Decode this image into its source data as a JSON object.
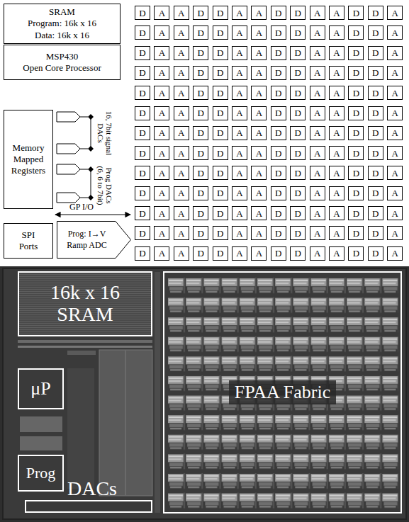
{
  "diagram": {
    "nodes": [
      {
        "text": [
          "SRAM",
          "Program: 16k x 16",
          "Data: 16k x 16"
        ]
      },
      {
        "text": [
          "MSP430",
          "Open Core Processor"
        ]
      },
      {
        "text": [
          "Memory Mapped Registers"
        ]
      },
      {
        "text": [
          "SPI Ports"
        ]
      },
      {
        "text": [
          "Prog: I→V",
          "Ramp ADC"
        ]
      },
      {
        "text": [
          "D"
        ]
      },
      {
        "text": [
          "A"
        ]
      },
      {
        "text": [
          "A"
        ]
      },
      {
        "text": [
          "D"
        ]
      },
      {
        "text": [
          "D"
        ]
      },
      {
        "text": [
          "A"
        ]
      },
      {
        "text": [
          "A"
        ]
      },
      {
        "text": [
          "D"
        ]
      },
      {
        "text": [
          "D"
        ]
      },
      {
        "text": [
          "A"
        ]
      },
      {
        "text": [
          "A"
        ]
      },
      {
        "text": [
          "D"
        ]
      },
      {
        "text": [
          "D"
        ]
      },
      {
        "text": [
          "A"
        ]
      },
      {
        "text": [
          "D"
        ]
      },
      {
        "text": [
          "A"
        ]
      },
      {
        "text": [
          "A"
        ]
      },
      {
        "text": [
          "D"
        ]
      },
      {
        "text": [
          "D"
        ]
      },
      {
        "text": [
          "A"
        ]
      },
      {
        "text": [
          "A"
        ]
      },
      {
        "text": [
          "D"
        ]
      },
      {
        "text": [
          "D"
        ]
      },
      {
        "text": [
          "A"
        ]
      },
      {
        "text": [
          "A"
        ]
      },
      {
        "text": [
          "D"
        ]
      },
      {
        "text": [
          "D"
        ]
      },
      {
        "text": [
          "A"
        ]
      },
      {
        "text": [
          "D"
        ]
      },
      {
        "text": [
          "A"
        ]
      },
      {
        "text": [
          "A"
        ]
      },
      {
        "text": [
          "D"
        ]
      },
      {
        "text": [
          "D"
        ]
      },
      {
        "text": [
          "A"
        ]
      },
      {
        "text": [
          "A"
        ]
      },
      {
        "text": [
          "D"
        ]
      },
      {
        "text": [
          "D"
        ]
      },
      {
        "text": [
          "A"
        ]
      },
      {
        "text": [
          "A"
        ]
      },
      {
        "text": [
          "D"
        ]
      },
      {
        "text": [
          "D"
        ]
      },
      {
        "text": [
          "A"
        ]
      },
      {
        "text": [
          "D"
        ]
      },
      {
        "text": [
          "A"
        ]
      },
      {
        "text": [
          "A"
        ]
      },
      {
        "text": [
          "D"
        ]
      },
      {
        "text": [
          "D"
        ]
      },
      {
        "text": [
          "A"
        ]
      },
      {
        "text": [
          "A"
        ]
      },
      {
        "text": [
          "D"
        ]
      },
      {
        "text": [
          "D"
        ]
      },
      {
        "text": [
          "A"
        ]
      },
      {
        "text": [
          "A"
        ]
      },
      {
        "text": [
          "D"
        ]
      },
      {
        "text": [
          "D"
        ]
      },
      {
        "text": [
          "A"
        ]
      },
      {
        "text": [
          "D"
        ]
      },
      {
        "text": [
          "A"
        ]
      },
      {
        "text": [
          "A"
        ]
      },
      {
        "text": [
          "D"
        ]
      },
      {
        "text": [
          "D"
        ]
      },
      {
        "text": [
          "A"
        ]
      },
      {
        "text": [
          "A"
        ]
      },
      {
        "text": [
          "D"
        ]
      },
      {
        "text": [
          "D"
        ]
      },
      {
        "text": [
          "A"
        ]
      },
      {
        "text": [
          "A"
        ]
      },
      {
        "text": [
          "D"
        ]
      },
      {
        "text": [
          "D"
        ]
      },
      {
        "text": [
          "A"
        ]
      },
      {
        "text": [
          "D"
        ]
      },
      {
        "text": [
          "A"
        ]
      },
      {
        "text": [
          "A"
        ]
      },
      {
        "text": [
          "D"
        ]
      },
      {
        "text": [
          "D"
        ]
      },
      {
        "text": [
          "A"
        ]
      },
      {
        "text": [
          "A"
        ]
      },
      {
        "text": [
          "D"
        ]
      },
      {
        "text": [
          "D"
        ]
      },
      {
        "text": [
          "A"
        ]
      },
      {
        "text": [
          "A"
        ]
      },
      {
        "text": [
          "D"
        ]
      },
      {
        "text": [
          "D"
        ]
      },
      {
        "text": [
          "A"
        ]
      },
      {
        "text": [
          "D"
        ]
      },
      {
        "text": [
          "A"
        ]
      },
      {
        "text": [
          "A"
        ]
      },
      {
        "text": [
          "D"
        ]
      },
      {
        "text": [
          "D"
        ]
      },
      {
        "text": [
          "A"
        ]
      },
      {
        "text": [
          "A"
        ]
      },
      {
        "text": [
          "D"
        ]
      },
      {
        "text": [
          "D"
        ]
      },
      {
        "text": [
          "A"
        ]
      },
      {
        "text": [
          "A"
        ]
      },
      {
        "text": [
          "D"
        ]
      },
      {
        "text": [
          "D"
        ]
      },
      {
        "text": [
          "A"
        ]
      },
      {
        "text": [
          "D"
        ]
      },
      {
        "text": [
          "A"
        ]
      },
      {
        "text": [
          "A"
        ]
      },
      {
        "text": [
          "D"
        ]
      },
      {
        "text": [
          "D"
        ]
      },
      {
        "text": [
          "A"
        ]
      },
      {
        "text": [
          "A"
        ]
      },
      {
        "text": [
          "D"
        ]
      },
      {
        "text": [
          "D"
        ]
      },
      {
        "text": [
          "A"
        ]
      },
      {
        "text": [
          "A"
        ]
      },
      {
        "text": [
          "D"
        ]
      },
      {
        "text": [
          "D"
        ]
      },
      {
        "text": [
          "A"
        ]
      },
      {
        "text": [
          "D"
        ]
      },
      {
        "text": [
          "A"
        ]
      },
      {
        "text": [
          "A"
        ]
      },
      {
        "text": [
          "D"
        ]
      },
      {
        "text": [
          "D"
        ]
      },
      {
        "text": [
          "A"
        ]
      },
      {
        "text": [
          "A"
        ]
      },
      {
        "text": [
          "D"
        ]
      },
      {
        "text": [
          "D"
        ]
      },
      {
        "text": [
          "A"
        ]
      },
      {
        "text": [
          "A"
        ]
      },
      {
        "text": [
          "D"
        ]
      },
      {
        "text": [
          "D"
        ]
      },
      {
        "text": [
          "A"
        ]
      },
      {
        "text": [
          "D"
        ]
      },
      {
        "text": [
          "A"
        ]
      },
      {
        "text": [
          "A"
        ]
      },
      {
        "text": [
          "D"
        ]
      },
      {
        "text": [
          "D"
        ]
      },
      {
        "text": [
          "A"
        ]
      },
      {
        "text": [
          "A"
        ]
      },
      {
        "text": [
          "D"
        ]
      },
      {
        "text": [
          "D"
        ]
      },
      {
        "text": [
          "A"
        ]
      },
      {
        "text": [
          "A"
        ]
      },
      {
        "text": [
          "D"
        ]
      },
      {
        "text": [
          "D"
        ]
      },
      {
        "text": [
          "A"
        ]
      },
      {
        "text": [
          "D"
        ]
      },
      {
        "text": [
          "A"
        ]
      },
      {
        "text": [
          "A"
        ]
      },
      {
        "text": [
          "D"
        ]
      },
      {
        "text": [
          "D"
        ]
      },
      {
        "text": [
          "A"
        ]
      },
      {
        "text": [
          "A"
        ]
      },
      {
        "text": [
          "D"
        ]
      },
      {
        "text": [
          "D"
        ]
      },
      {
        "text": [
          "A"
        ]
      },
      {
        "text": [
          "A"
        ]
      },
      {
        "text": [
          "D"
        ]
      },
      {
        "text": [
          "D"
        ]
      },
      {
        "text": [
          "A"
        ]
      },
      {
        "text": [
          "D"
        ]
      },
      {
        "text": [
          "A"
        ]
      },
      {
        "text": [
          "A"
        ]
      },
      {
        "text": [
          "D"
        ]
      },
      {
        "text": [
          "D"
        ]
      },
      {
        "text": [
          "A"
        ]
      },
      {
        "text": [
          "A"
        ]
      },
      {
        "text": [
          "D"
        ]
      },
      {
        "text": [
          "D"
        ]
      },
      {
        "text": [
          "A"
        ]
      },
      {
        "text": [
          "A"
        ]
      },
      {
        "text": [
          "D"
        ]
      },
      {
        "text": [
          "D"
        ]
      },
      {
        "text": [
          "A"
        ]
      },
      {
        "text": [
          "D"
        ]
      },
      {
        "text": [
          "A"
        ]
      },
      {
        "text": [
          "A"
        ]
      },
      {
        "text": [
          "D"
        ]
      },
      {
        "text": [
          "D"
        ]
      },
      {
        "text": [
          "A"
        ]
      },
      {
        "text": [
          "A"
        ]
      },
      {
        "text": [
          "D"
        ]
      },
      {
        "text": [
          "D"
        ]
      },
      {
        "text": [
          "A"
        ]
      },
      {
        "text": [
          "A"
        ]
      },
      {
        "text": [
          "D"
        ]
      },
      {
        "text": [
          "D"
        ]
      },
      {
        "text": [
          "A"
        ]
      },
      {
        "text": [
          "16k x 16 SRAM"
        ]
      },
      {
        "text": [
          "μP"
        ]
      },
      {
        "text": [
          "Prog"
        ]
      },
      {
        "text": [
          "DACs"
        ]
      },
      {
        "text": [
          "FPAA Fabric"
        ]
      }
    ],
    "labels": [
      "16, 7bit signal DACs",
      "Prog DACs (6, 6 to 7bit)",
      "GP I/O"
    ]
  }
}
